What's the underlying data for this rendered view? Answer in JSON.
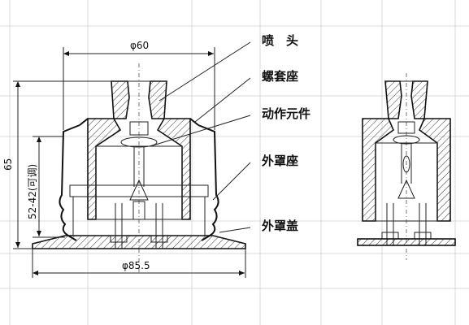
{
  "dimensions": {
    "top_width": "φ60",
    "bottom_width": "φ85.5",
    "total_height": "65",
    "adjustable_height": "52-42(可调)"
  },
  "callouts": [
    {
      "label": "喷　头"
    },
    {
      "label": "螺套座"
    },
    {
      "label": "动作元件"
    },
    {
      "label": "外罩座"
    },
    {
      "label": "外罩盖"
    }
  ]
}
